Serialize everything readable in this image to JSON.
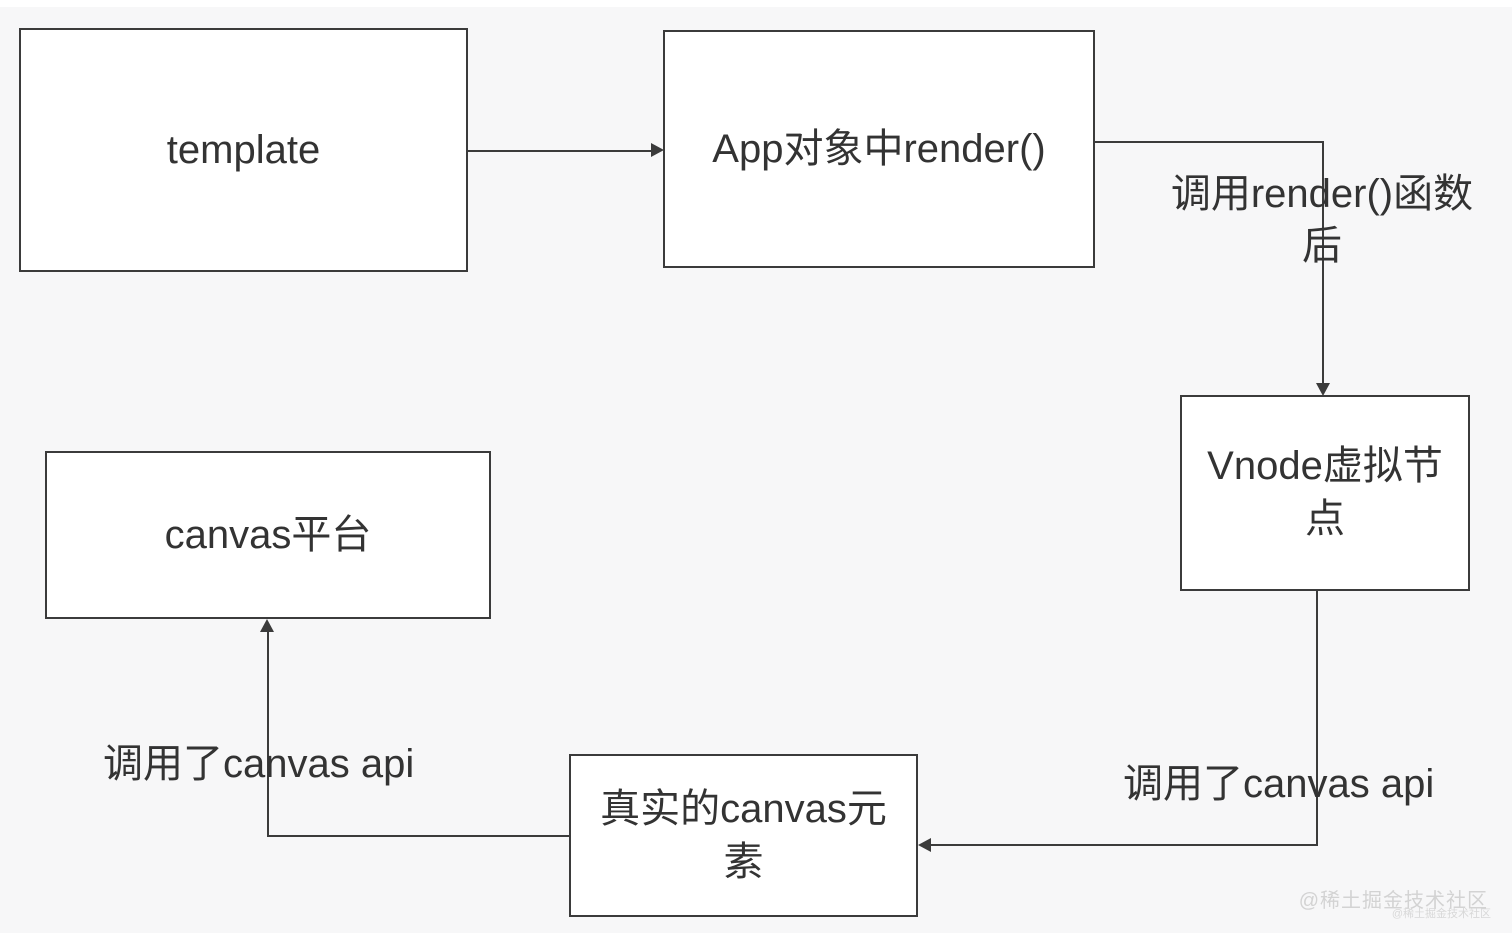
{
  "diagram": {
    "background_color": "#f7f7f8",
    "box_fill_color": "#ffffff",
    "line_color": "#3b3b3b",
    "text_color": "#333333",
    "nodes": [
      {
        "id": "template",
        "label": "template"
      },
      {
        "id": "app-render",
        "label": "App对象中render()"
      },
      {
        "id": "vnode",
        "label": "Vnode虚拟节点"
      },
      {
        "id": "canvas-platform",
        "label": "canvas平台"
      },
      {
        "id": "real-canvas",
        "label": "真实的canvas元素"
      }
    ],
    "edges": [
      {
        "from": "template",
        "to": "app-render",
        "label": ""
      },
      {
        "from": "app-render",
        "to": "vnode",
        "label": "调用render()函数后"
      },
      {
        "from": "vnode",
        "to": "real-canvas",
        "label": "调用了canvas api"
      },
      {
        "from": "real-canvas",
        "to": "canvas-platform",
        "label": "调用了canvas api"
      }
    ]
  },
  "watermark": {
    "large": "@稀土掘金技术社区",
    "small": "@稀土掘金技术社区"
  }
}
